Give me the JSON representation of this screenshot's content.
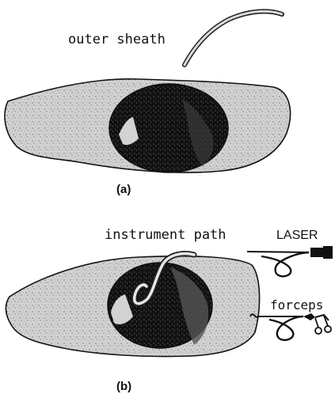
{
  "labels": {
    "outer_sheath": "outer sheath",
    "panel_a": "(a)",
    "instrument_path": "instrument path",
    "laser": "LASER",
    "forceps": "forceps",
    "panel_b": "(b)"
  },
  "colors": {
    "tissue_fill": "#cfcfcf",
    "outline": "#111111",
    "lumen": "#0e0e0e",
    "background": "#ffffff"
  }
}
